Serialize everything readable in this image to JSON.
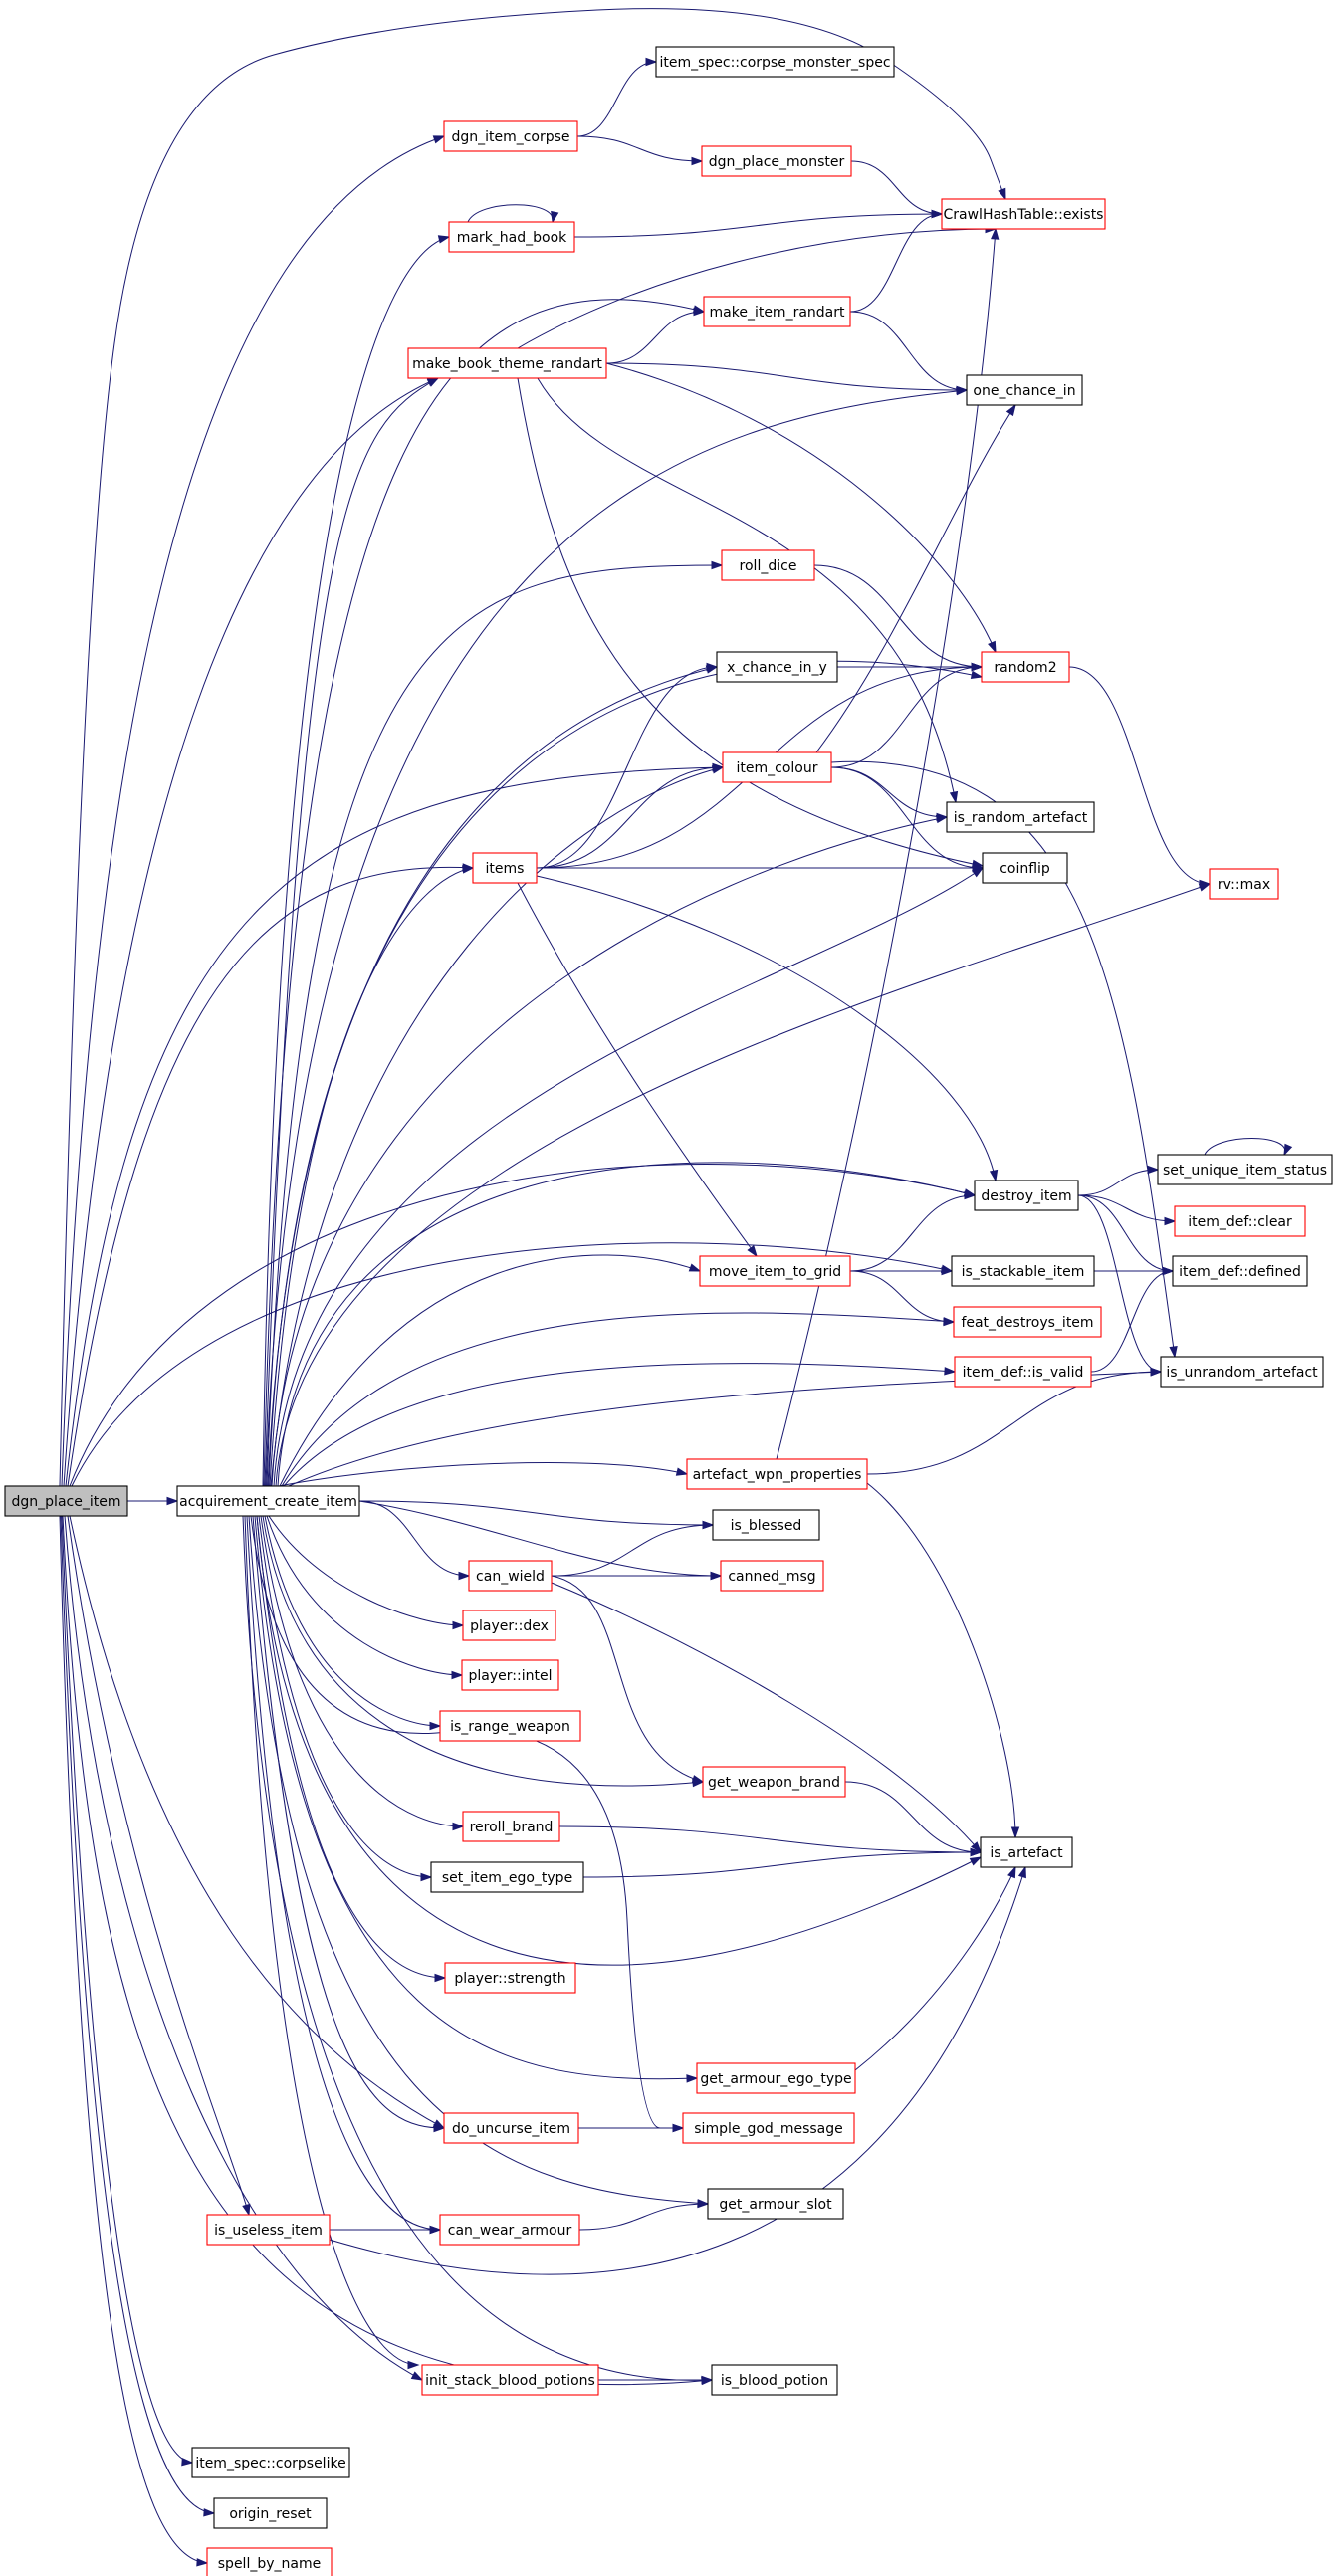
{
  "graph": {
    "colors": {
      "edge": "#191970",
      "border_documented": "#ff0000",
      "border_plain": "#000000",
      "root_fill": "#bfbfbf",
      "node_fill": "#ffffff"
    },
    "nodes": [
      {
        "id": "dgn_place_item",
        "label": "dgn_place_item",
        "kind": "root"
      },
      {
        "id": "acquirement_create_item",
        "label": "acquirement_create_item",
        "kind": "plain"
      },
      {
        "id": "item_spec_corpse_monster_spec",
        "label": "item_spec::corpse_monster_spec",
        "kind": "plain"
      },
      {
        "id": "dgn_item_corpse",
        "label": "dgn_item_corpse",
        "kind": "red"
      },
      {
        "id": "dgn_place_monster",
        "label": "dgn_place_monster",
        "kind": "red"
      },
      {
        "id": "crawl_hash_table_exists",
        "label": "CrawlHashTable::exists",
        "kind": "red"
      },
      {
        "id": "mark_had_book",
        "label": "mark_had_book",
        "kind": "red"
      },
      {
        "id": "make_item_randart",
        "label": "make_item_randart",
        "kind": "red"
      },
      {
        "id": "make_book_theme_randart",
        "label": "make_book_theme_randart",
        "kind": "red"
      },
      {
        "id": "one_chance_in",
        "label": "one_chance_in",
        "kind": "plain"
      },
      {
        "id": "roll_dice",
        "label": "roll_dice",
        "kind": "red"
      },
      {
        "id": "x_chance_in_y",
        "label": "x_chance_in_y",
        "kind": "plain"
      },
      {
        "id": "random2",
        "label": "random2",
        "kind": "red"
      },
      {
        "id": "item_colour",
        "label": "item_colour",
        "kind": "red"
      },
      {
        "id": "is_random_artefact",
        "label": "is_random_artefact",
        "kind": "plain"
      },
      {
        "id": "items",
        "label": "items",
        "kind": "red"
      },
      {
        "id": "coinflip",
        "label": "coinflip",
        "kind": "plain"
      },
      {
        "id": "rv_max",
        "label": "rv::max",
        "kind": "red"
      },
      {
        "id": "set_unique_item_status",
        "label": "set_unique_item_status",
        "kind": "plain"
      },
      {
        "id": "destroy_item",
        "label": "destroy_item",
        "kind": "plain"
      },
      {
        "id": "item_def_clear",
        "label": "item_def::clear",
        "kind": "red"
      },
      {
        "id": "move_item_to_grid",
        "label": "move_item_to_grid",
        "kind": "red"
      },
      {
        "id": "is_stackable_item",
        "label": "is_stackable_item",
        "kind": "plain"
      },
      {
        "id": "item_def_defined",
        "label": "item_def::defined",
        "kind": "plain"
      },
      {
        "id": "feat_destroys_item",
        "label": "feat_destroys_item",
        "kind": "red"
      },
      {
        "id": "item_def_is_valid",
        "label": "item_def::is_valid",
        "kind": "red"
      },
      {
        "id": "is_unrandom_artefact",
        "label": "is_unrandom_artefact",
        "kind": "plain"
      },
      {
        "id": "artefact_wpn_properties",
        "label": "artefact_wpn_properties",
        "kind": "red"
      },
      {
        "id": "is_blessed",
        "label": "is_blessed",
        "kind": "plain"
      },
      {
        "id": "can_wield",
        "label": "can_wield",
        "kind": "red"
      },
      {
        "id": "canned_msg",
        "label": "canned_msg",
        "kind": "red"
      },
      {
        "id": "player_dex",
        "label": "player::dex",
        "kind": "red"
      },
      {
        "id": "player_intel",
        "label": "player::intel",
        "kind": "red"
      },
      {
        "id": "is_range_weapon",
        "label": "is_range_weapon",
        "kind": "red"
      },
      {
        "id": "get_weapon_brand",
        "label": "get_weapon_brand",
        "kind": "red"
      },
      {
        "id": "reroll_brand",
        "label": "reroll_brand",
        "kind": "red"
      },
      {
        "id": "is_artefact",
        "label": "is_artefact",
        "kind": "plain"
      },
      {
        "id": "set_item_ego_type",
        "label": "set_item_ego_type",
        "kind": "plain"
      },
      {
        "id": "player_strength",
        "label": "player::strength",
        "kind": "red"
      },
      {
        "id": "get_armour_ego_type",
        "label": "get_armour_ego_type",
        "kind": "red"
      },
      {
        "id": "do_uncurse_item",
        "label": "do_uncurse_item",
        "kind": "red"
      },
      {
        "id": "simple_god_message",
        "label": "simple_god_message",
        "kind": "red"
      },
      {
        "id": "get_armour_slot",
        "label": "get_armour_slot",
        "kind": "plain"
      },
      {
        "id": "is_useless_item",
        "label": "is_useless_item",
        "kind": "red"
      },
      {
        "id": "can_wear_armour",
        "label": "can_wear_armour",
        "kind": "red"
      },
      {
        "id": "init_stack_blood_potions",
        "label": "init_stack_blood_potions",
        "kind": "red"
      },
      {
        "id": "is_blood_potion",
        "label": "is_blood_potion",
        "kind": "plain"
      },
      {
        "id": "item_spec_corpselike",
        "label": "item_spec::corpselike",
        "kind": "plain"
      },
      {
        "id": "origin_reset",
        "label": "origin_reset",
        "kind": "plain"
      },
      {
        "id": "spell_by_name",
        "label": "spell_by_name",
        "kind": "red"
      }
    ]
  }
}
